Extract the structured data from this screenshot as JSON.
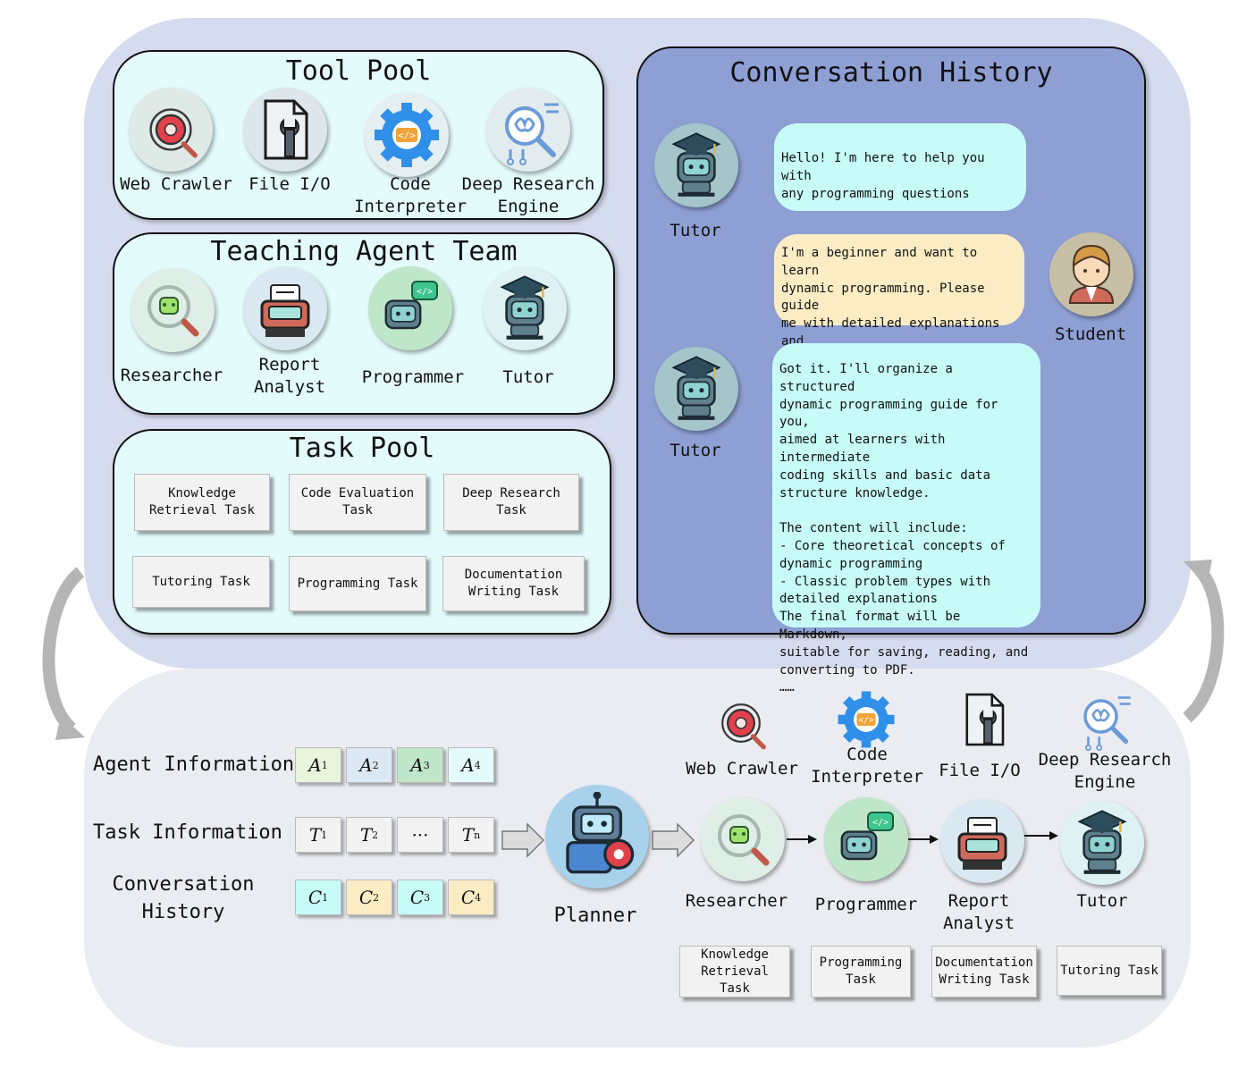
{
  "tool_pool": {
    "title": "Tool Pool",
    "tools": [
      {
        "label": "Web Crawler",
        "icon": "web-crawler-icon"
      },
      {
        "label": "File I/O",
        "icon": "file-io-icon"
      },
      {
        "label": "Code\nInterpreter",
        "icon": "code-interpreter-icon"
      },
      {
        "label": "Deep Research\nEngine",
        "icon": "deep-research-icon"
      }
    ]
  },
  "agent_team": {
    "title": "Teaching Agent Team",
    "agents": [
      {
        "label": "Researcher",
        "icon": "researcher-icon"
      },
      {
        "label": "Report\nAnalyst",
        "icon": "report-analyst-icon"
      },
      {
        "label": "Programmer",
        "icon": "programmer-icon"
      },
      {
        "label": "Tutor",
        "icon": "tutor-icon"
      }
    ]
  },
  "task_pool": {
    "title": "Task Pool",
    "tasks": [
      "Knowledge\nRetrieval Task",
      "Code Evaluation\nTask",
      "Deep Research\nTask",
      "Tutoring Task",
      "Programming Task",
      "Documentation\nWriting Task"
    ]
  },
  "conversation": {
    "title": "Conversation History",
    "tutor_label": "Tutor",
    "student_label": "Student",
    "messages": [
      "Hello! I'm here to help you with\nany programming questions",
      "I'm a beginner and want to learn\ndynamic programming. Please guide\nme with detailed explanations and\nmaterials.",
      "Got it. I'll organize a structured\ndynamic programming guide for you,\naimed at learners with intermediate\ncoding skills and basic data\nstructure knowledge.\n\nThe content will include:\n- Core theoretical concepts of\ndynamic programming\n- Classic problem types with\ndetailed explanations\nThe final format will be Markdown,\nsuitable for saving, reading, and\nconverting to PDF.\n……"
    ],
    "colors": {
      "tutor_bubble": "#c6fbf7",
      "student_bubble": "#fcecc4"
    }
  },
  "planner_section": {
    "agent_info_label": "Agent Information",
    "task_info_label": "Task Information",
    "conv_history_label": "Conversation\nHistory",
    "agent_chips": [
      {
        "sym": "A",
        "sub": "1",
        "color": "#e8f4dc"
      },
      {
        "sym": "A",
        "sub": "2",
        "color": "#dce8f4"
      },
      {
        "sym": "A",
        "sub": "3",
        "color": "#bfe6c8"
      },
      {
        "sym": "A",
        "sub": "4",
        "color": "#e4fbfb"
      }
    ],
    "task_chips": [
      {
        "sym": "T",
        "sub": "1"
      },
      {
        "sym": "T",
        "sub": "2"
      },
      {
        "sym": "···",
        "sub": ""
      },
      {
        "sym": "T",
        "sub": "n"
      }
    ],
    "conv_chips": [
      {
        "sym": "C",
        "sub": "1",
        "color": "#c6fbf7"
      },
      {
        "sym": "C",
        "sub": "2",
        "color": "#fcecc4"
      },
      {
        "sym": "C",
        "sub": "3",
        "color": "#c6fbf7"
      },
      {
        "sym": "C",
        "sub": "4",
        "color": "#fcecc4"
      }
    ],
    "planner_label": "Planner",
    "tools": [
      "Web Crawler",
      "Code\nInterpreter",
      "File I/O",
      "Deep Research\nEngine"
    ],
    "pipeline_agents": [
      "Researcher",
      "Programmer",
      "Report\nAnalyst",
      "Tutor"
    ],
    "pipeline_tasks": [
      "Knowledge\nRetrieval\nTask",
      "Programming\nTask",
      "Documentation\nWriting Task",
      "Tutoring Task"
    ]
  }
}
